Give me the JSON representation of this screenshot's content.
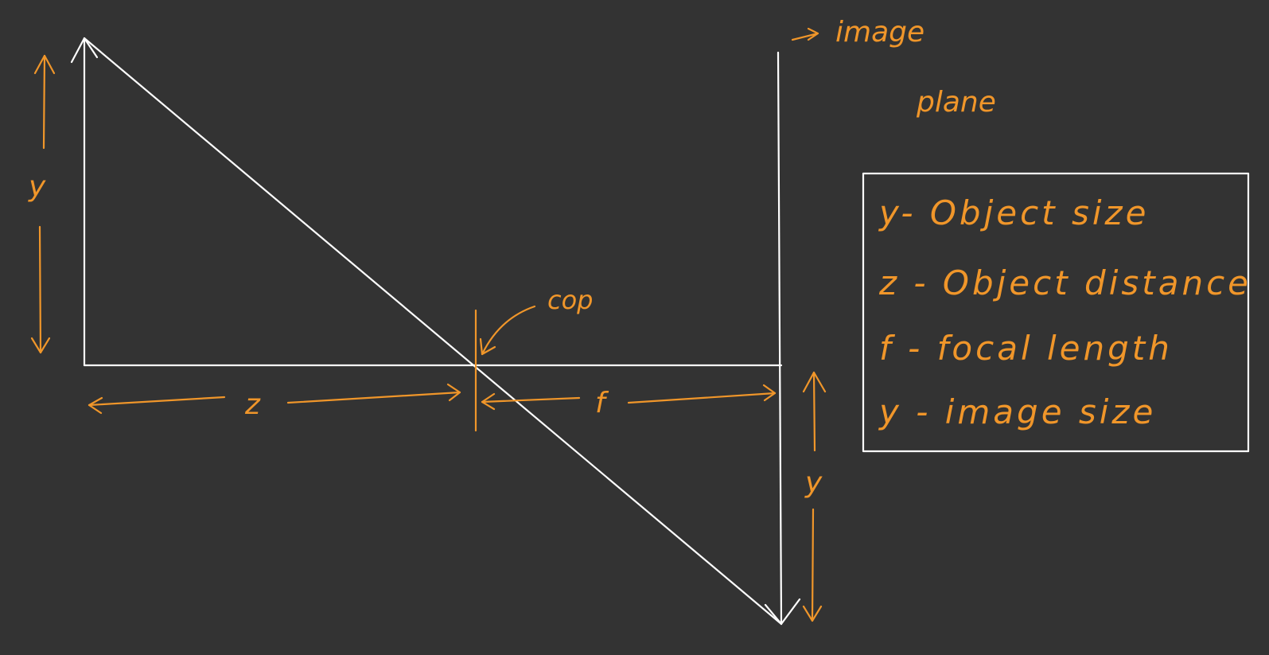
{
  "colors": {
    "background": "#333333",
    "lines": "#ffffff",
    "annotations": "#f0962a"
  },
  "labels": {
    "object_height": "y",
    "object_distance": "z",
    "focal_length": "f",
    "cop": "cop",
    "image_height": "y",
    "image_plane_line1": "image",
    "image_plane_line2": "plane"
  },
  "legend": {
    "items": [
      "y- Object size",
      "z - Object distance",
      "f - focal length",
      "y - image size"
    ]
  }
}
